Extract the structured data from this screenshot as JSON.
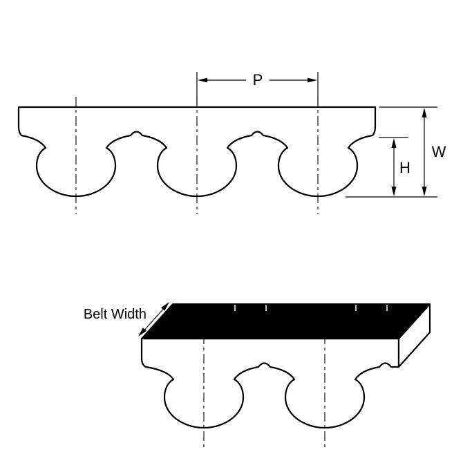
{
  "diagram": {
    "type": "timing-belt-tooth-profile",
    "profile_view": {
      "teeth": 3,
      "labels": {
        "pitch": "P",
        "belt_thickness": "W",
        "tooth_height": "H"
      }
    },
    "isometric_view": {
      "teeth": 2,
      "label_belt_width": "Belt Width"
    },
    "colors": {
      "outline": "#000000",
      "belt_fill": "#ffffff",
      "top_surface": "#000000"
    }
  }
}
